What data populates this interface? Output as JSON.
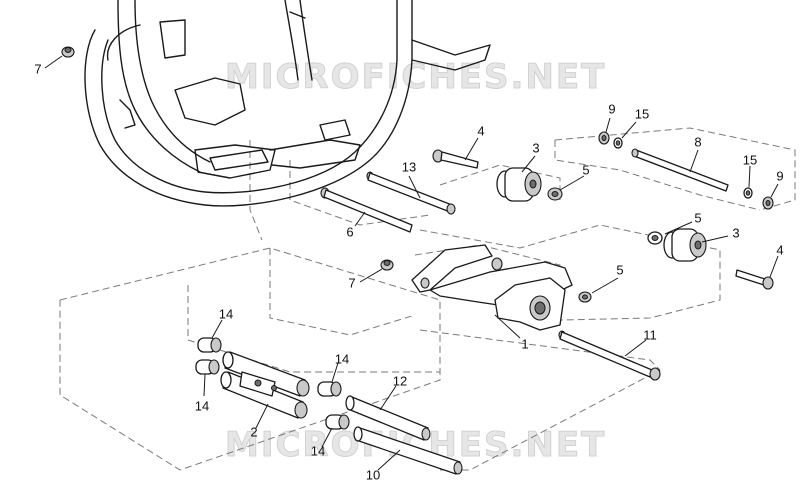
{
  "watermark": {
    "text": "MICROFICHES.NET"
  },
  "callouts": [
    {
      "id": "c7a",
      "label": "7"
    },
    {
      "id": "c4a",
      "label": "4"
    },
    {
      "id": "c3a",
      "label": "3"
    },
    {
      "id": "c5a",
      "label": "5"
    },
    {
      "id": "c9a",
      "label": "9"
    },
    {
      "id": "c15a",
      "label": "15"
    },
    {
      "id": "c8",
      "label": "8"
    },
    {
      "id": "c15b",
      "label": "15"
    },
    {
      "id": "c9b",
      "label": "9"
    },
    {
      "id": "c13",
      "label": "13"
    },
    {
      "id": "c6",
      "label": "6"
    },
    {
      "id": "c5b",
      "label": "5"
    },
    {
      "id": "c3b",
      "label": "3"
    },
    {
      "id": "c4b",
      "label": "4"
    },
    {
      "id": "c7b",
      "label": "7"
    },
    {
      "id": "c5c",
      "label": "5"
    },
    {
      "id": "c1",
      "label": "1"
    },
    {
      "id": "c11",
      "label": "11"
    },
    {
      "id": "c14a",
      "label": "14"
    },
    {
      "id": "c14b",
      "label": "14"
    },
    {
      "id": "c14c",
      "label": "14"
    },
    {
      "id": "c12",
      "label": "12"
    },
    {
      "id": "c2",
      "label": "2"
    },
    {
      "id": "c14d",
      "label": "14"
    },
    {
      "id": "c10",
      "label": "10"
    }
  ]
}
